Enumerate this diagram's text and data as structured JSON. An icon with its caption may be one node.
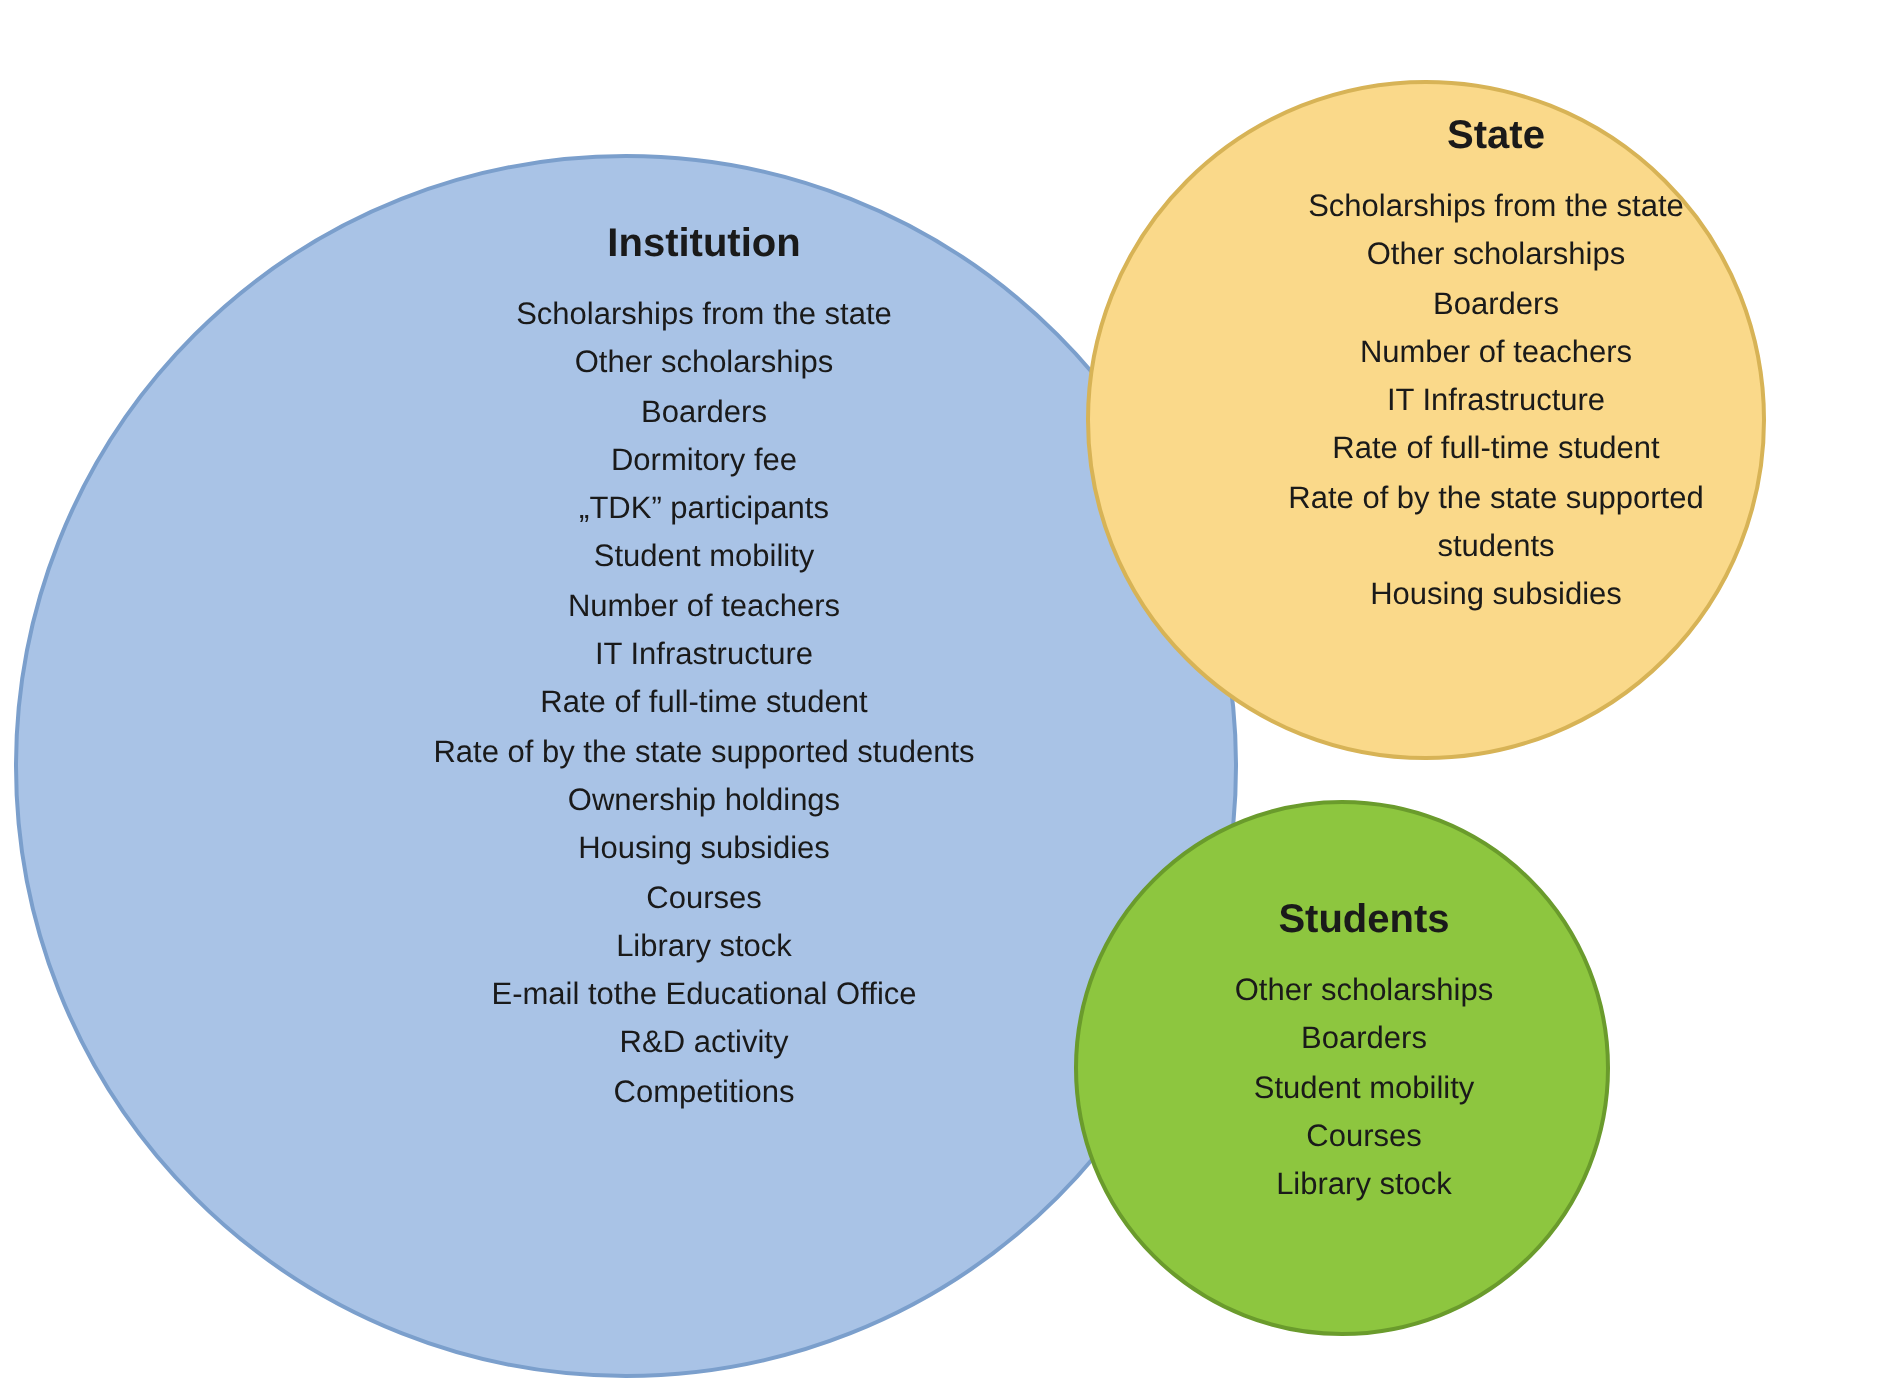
{
  "diagram": {
    "nodes": [
      {
        "text": [
          "Institution",
          "Scholarships from the state",
          "Other scholarships",
          "Boarders",
          "Dormitory fee",
          "„TDK” participants",
          "Student mobility",
          "Number of teachers",
          "IT Infrastructure",
          "Rate of full-time student",
          "Rate of by the state supported students",
          "Ownership holdings",
          "Housing subsidies",
          "Courses",
          "Library stock",
          "E-mail tothe Educational Office",
          "R&D activity",
          "Competitions"
        ]
      },
      {
        "text": [
          "State",
          "Scholarships from the state",
          "Other scholarships",
          "Boarders",
          "Number of teachers",
          "IT Infrastructure",
          "Rate of full-time student",
          "Rate of by the state supported students",
          "Housing subsidies"
        ]
      },
      {
        "text": [
          "Students",
          "Other scholarships",
          "Boarders",
          "Student mobility",
          "Courses",
          "Library stock"
        ]
      }
    ]
  }
}
